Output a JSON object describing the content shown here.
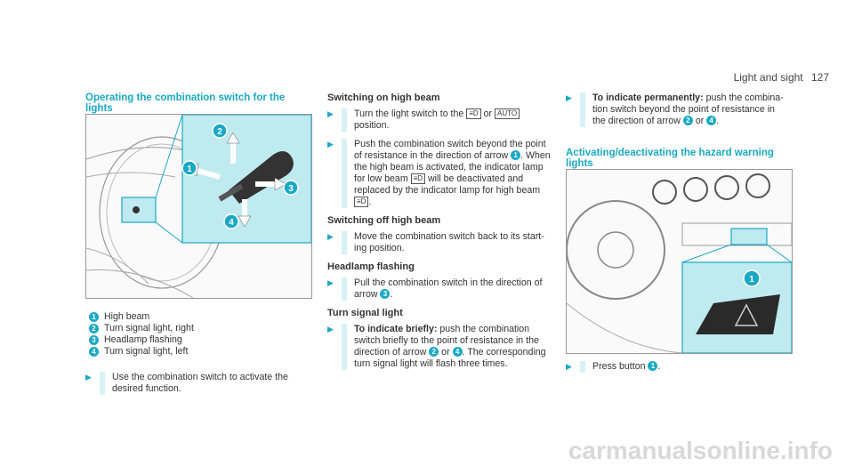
{
  "header": {
    "section": "Light and sight",
    "page": "127"
  },
  "col1": {
    "title": "Operating the combination switch for the lights",
    "legend": [
      {
        "num": "1",
        "text": "High beam"
      },
      {
        "num": "2",
        "text": "Turn signal light, right"
      },
      {
        "num": "3",
        "text": "Headlamp flashing"
      },
      {
        "num": "4",
        "text": "Turn signal light, left"
      }
    ],
    "step": "Use the combination switch to activate the desired function."
  },
  "col2": {
    "h1": "Switching on high beam",
    "s1a_pre": "Turn the light switch to the",
    "s1a_or": "or",
    "s1a_sym2": "AUTO",
    "s1a_post": "position.",
    "s1b_pre": "Push the combination switch beyond the point of resistance in the direction of arrow",
    "s1b_num": "1",
    "s1b_mid": ". When the high beam is activated, the indicator lamp for low beam",
    "s1b_post": "will be deactivated and replaced by the indicator lamp for high beam",
    "s1b_end": ".",
    "h2": "Switching off high beam",
    "s2": "Move the combination switch back to its start- ing position.",
    "h3": "Headlamp flashing",
    "s3_pre": "Pull the combination switch in the direction of arrow",
    "s3_num": "3",
    "s3_end": ".",
    "h4": "Turn signal light",
    "s4_bold": "To indicate briefly:",
    "s4_pre": "push the combination switch briefly to the point of resistance in the direction of arrow",
    "s4_num1": "2",
    "s4_or": "or",
    "s4_num2": "4",
    "s4_post": ". The corresponding turn signal light will flash three times."
  },
  "col3": {
    "s1_bold": "To indicate permanently:",
    "s1_pre": "push the combina- tion switch beyond the point of resistance in the direction of arrow",
    "s1_num1": "2",
    "s1_or": "or",
    "s1_num2": "4",
    "s1_end": ".",
    "title": "Activating/deactivating the hazard warning lights",
    "step_pre": "Press button",
    "step_num": "1",
    "step_end": "."
  },
  "figure1": {
    "callouts": [
      "1",
      "2",
      "3",
      "4"
    ]
  },
  "figure2": {
    "callout": "1"
  },
  "watermark": "carmanualsonline.info",
  "colors": {
    "accent": "#1aa9c4",
    "highlight": "#bfeaf0"
  }
}
